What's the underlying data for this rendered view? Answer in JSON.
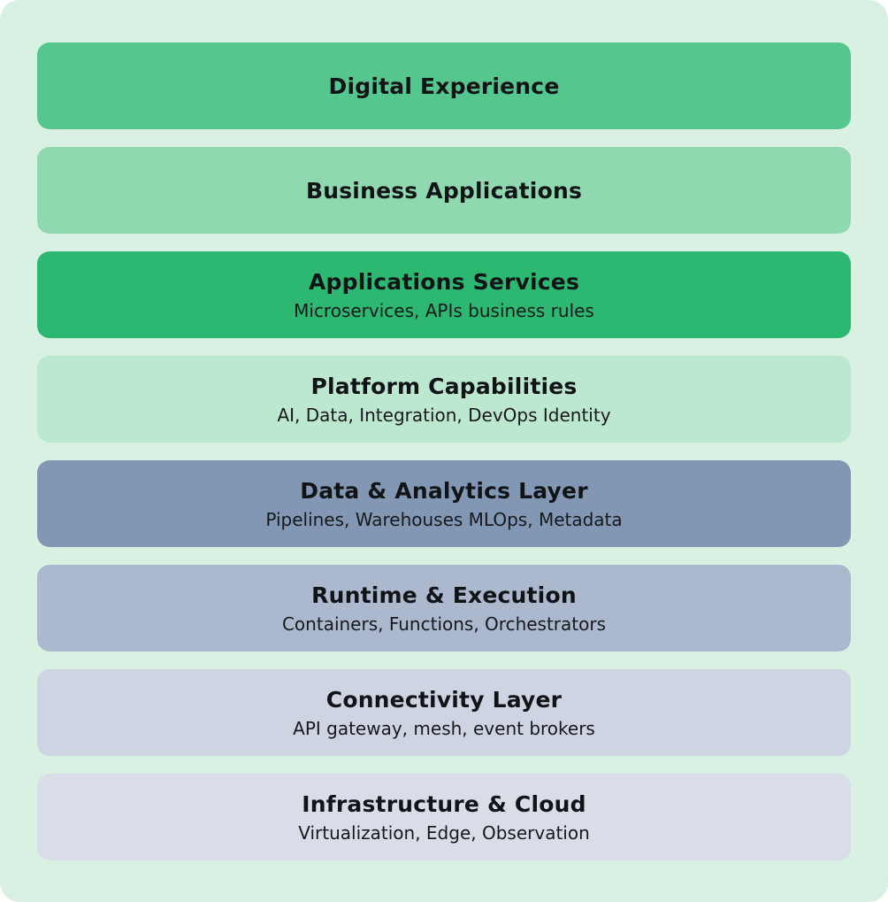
{
  "diagram": {
    "background": "#d9f1e3",
    "text_color": "#111417",
    "layers": [
      {
        "title": "Digital Experience",
        "subtitle": "",
        "color": "#55c78e"
      },
      {
        "title": "Business Applications",
        "subtitle": "",
        "color": "#90d9b0"
      },
      {
        "title": "Applications Services",
        "subtitle": "Microservices, APIs business rules",
        "color": "#2cb871"
      },
      {
        "title": "Platform Capabilities",
        "subtitle": "AI, Data, Integration, DevOps Identity",
        "color": "#bce8cf"
      },
      {
        "title": "Data & Analytics Layer",
        "subtitle": "Pipelines, Warehouses MLOps, Metadata",
        "color": "#8197b3"
      },
      {
        "title": "Runtime & Execution",
        "subtitle": "Containers, Functions, Orchestrators",
        "color": "#abb8cd"
      },
      {
        "title": "Connectivity Layer",
        "subtitle": "API gateway, mesh, event brokers",
        "color": "#ced4e2"
      },
      {
        "title": "Infrastructure & Cloud",
        "subtitle": "Virtualization, Edge, Observation",
        "color": "#d9dde8"
      }
    ]
  }
}
